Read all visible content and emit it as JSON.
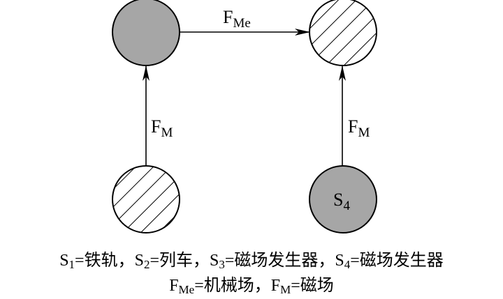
{
  "colors": {
    "stroke": "#000000",
    "filled": "#a6a6a6",
    "empty": "#ffffff"
  },
  "diagram": {
    "node_s4": {
      "letter": "S",
      "index": "4"
    },
    "arrow_top": {
      "main": "F",
      "sub": "Me"
    },
    "arrow_left": {
      "main": "F",
      "sub": "M"
    },
    "arrow_right": {
      "main": "F",
      "sub": "M"
    }
  },
  "caption": {
    "line1": {
      "s1": {
        "letter": "S",
        "index": "1",
        "meaning": "=铁轨，"
      },
      "s2": {
        "letter": "S",
        "index": "2",
        "meaning": "=列车，"
      },
      "s3": {
        "letter": "S",
        "index": "3",
        "meaning": "=磁场发生器，"
      },
      "s4": {
        "letter": "S",
        "index": "4",
        "meaning": "=磁场发生器"
      }
    },
    "line2": {
      "fme": {
        "letter": "F",
        "index": "Me",
        "meaning": "=机械场，"
      },
      "fm": {
        "letter": "F",
        "index": "M",
        "meaning": "=磁场"
      }
    }
  }
}
